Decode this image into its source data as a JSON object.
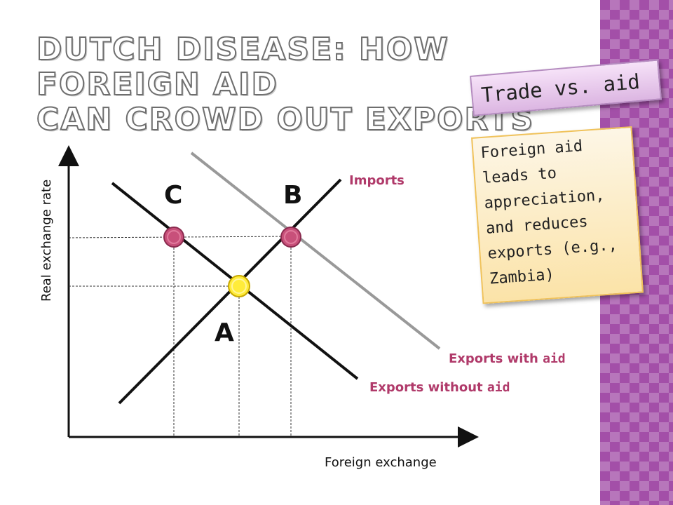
{
  "title": {
    "line1": "Dutch disease: how foreign aid",
    "line2": "can crowd out exports"
  },
  "trade_box": {
    "text": "Trade vs. aid"
  },
  "aid_box": {
    "lines": [
      "Foreign aid",
      "leads to",
      "appreciation,",
      "and reduces",
      "exports (e.g.,",
      "Zambia)"
    ]
  },
  "diagram": {
    "y_axis_label": "Real exchange rate",
    "x_axis_label": "Foreign exchange",
    "point_labels": {
      "a": "A",
      "b": "B",
      "c": "C"
    },
    "curve_labels": {
      "imports": "Imports",
      "exports_with_prefix": "Exports with ",
      "exports_with_suffix": "aid",
      "exports_without_prefix": "Exports without ",
      "exports_without_suffix": "aid"
    }
  },
  "colors": {
    "label_pink": "#b03a6a",
    "side_pattern": "#a34fa8",
    "point_pink": "#c8507a",
    "point_yellow": "#ffec3a"
  }
}
